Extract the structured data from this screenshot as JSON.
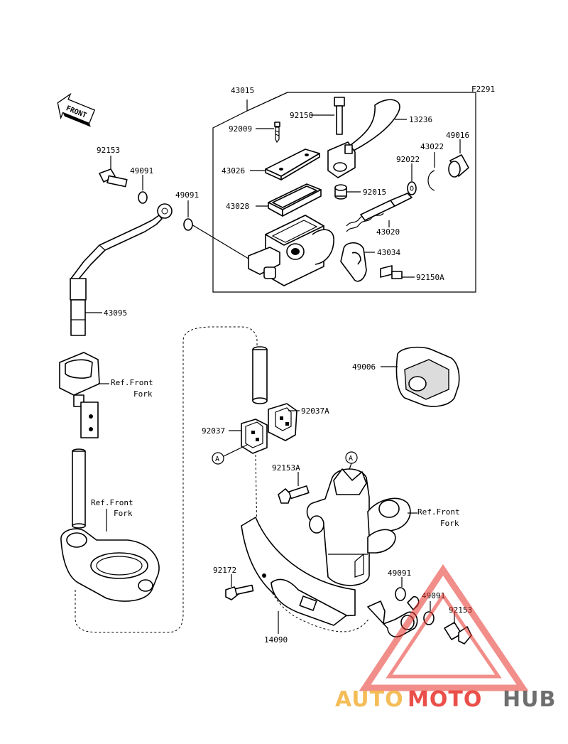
{
  "diagram": {
    "figure_code": "F2291",
    "front_arrow_label": "FRONT",
    "parts": {
      "p43015": "43015",
      "p92150": "92150",
      "p13236": "13236",
      "p92009": "92009",
      "p43022": "43022",
      "p49016": "49016",
      "p92022": "92022",
      "p43026": "43026",
      "p92015": "92015",
      "p43028": "43028",
      "p43020": "43020",
      "p43034": "43034",
      "p92150A": "92150A",
      "p92153_top": "92153",
      "p49091_a": "49091",
      "p49091_b": "49091",
      "p43095": "43095",
      "p49006": "49006",
      "p92037A": "92037A",
      "p92037": "92037",
      "p92153A": "92153A",
      "p92172": "92172",
      "p49091_c": "49091",
      "p49091_d": "49091",
      "p92153_bot": "92153",
      "p14090": "14090"
    },
    "ref_labels": {
      "ref1_line1": "Ref.Front",
      "ref1_line2": "Fork",
      "ref2_line1": "Ref.Front",
      "ref2_line2": "Fork",
      "ref3_line1": "Ref.Front",
      "ref3_line2": "Fork"
    },
    "callouts": {
      "a1": "A",
      "a2": "A"
    }
  },
  "watermark": {
    "text_part1": "AUTO",
    "text_part2": "MOTO",
    "text_part3": "HUB",
    "color_orange": "#f3b23c",
    "color_red": "#e8312a",
    "color_gray": "#555555"
  }
}
